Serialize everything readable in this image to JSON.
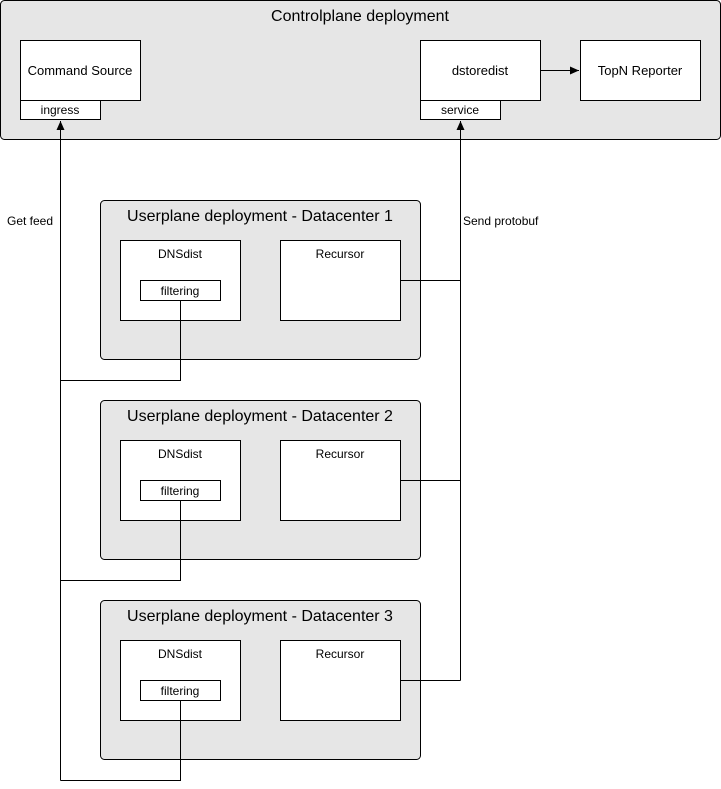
{
  "controlplane": {
    "title": "Controlplane deployment",
    "command_source": "Command Source",
    "ingress": "ingress",
    "dstoredist": "dstoredist",
    "service": "service",
    "topn_reporter": "TopN Reporter"
  },
  "edge_labels": {
    "get_feed": "Get feed",
    "send_protobuf": "Send protobuf"
  },
  "userplanes": [
    {
      "title": "Userplane deployment - Datacenter 1",
      "dnsdist": "DNSdist",
      "filtering": "filtering",
      "recursor": "Recursor"
    },
    {
      "title": "Userplane deployment - Datacenter 2",
      "dnsdist": "DNSdist",
      "filtering": "filtering",
      "recursor": "Recursor"
    },
    {
      "title": "Userplane deployment - Datacenter 3",
      "dnsdist": "DNSdist",
      "filtering": "filtering",
      "recursor": "Recursor"
    }
  ]
}
